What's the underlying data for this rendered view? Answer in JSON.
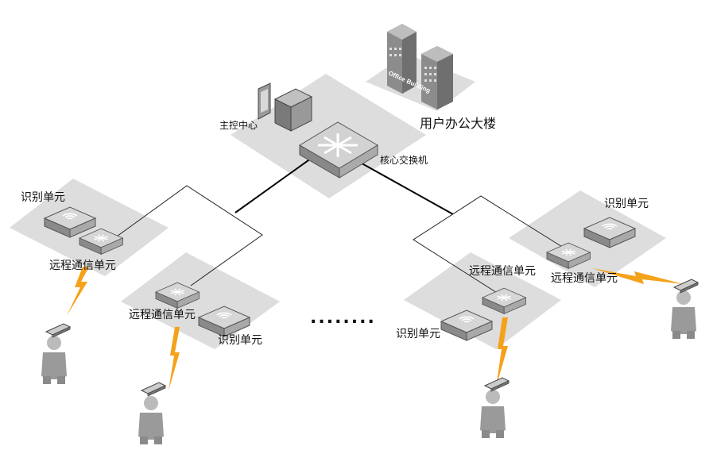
{
  "labels": {
    "main_control": "主控中心",
    "core_switch": "核心交换机",
    "office_building": "用户办公大楼",
    "building_sign": "Office Building",
    "recognition_unit": "识别单元",
    "remote_comm_unit": "远程通信单元",
    "ellipsis": "........"
  },
  "colors": {
    "zone": "#dddddd",
    "device_top": "#cfcfcf",
    "device_side": "#8f8f8f",
    "link_thick": "#000000",
    "link_thin": "#222222",
    "lightning": "#f5a21b",
    "person": "#9a9a9a"
  }
}
